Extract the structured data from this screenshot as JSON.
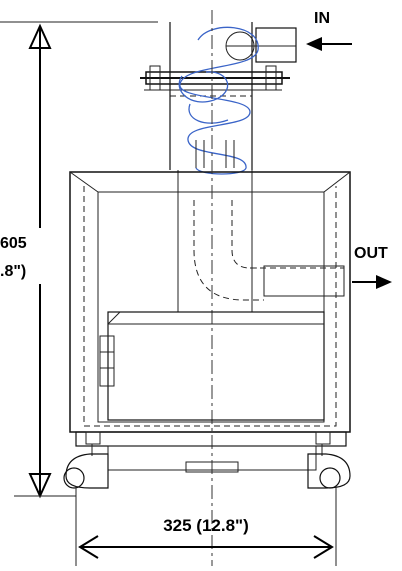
{
  "labels": {
    "inlet": "IN",
    "outlet": "OUT",
    "height_dimension_line1": "605",
    "height_dimension_line2": ".8\")",
    "width_dimension": "325 (12.8\")"
  },
  "colors": {
    "drawing_lines": "#111111",
    "flow_path": "#3a64c8",
    "dimension_arrows": "#000000",
    "background": "#ffffff"
  }
}
